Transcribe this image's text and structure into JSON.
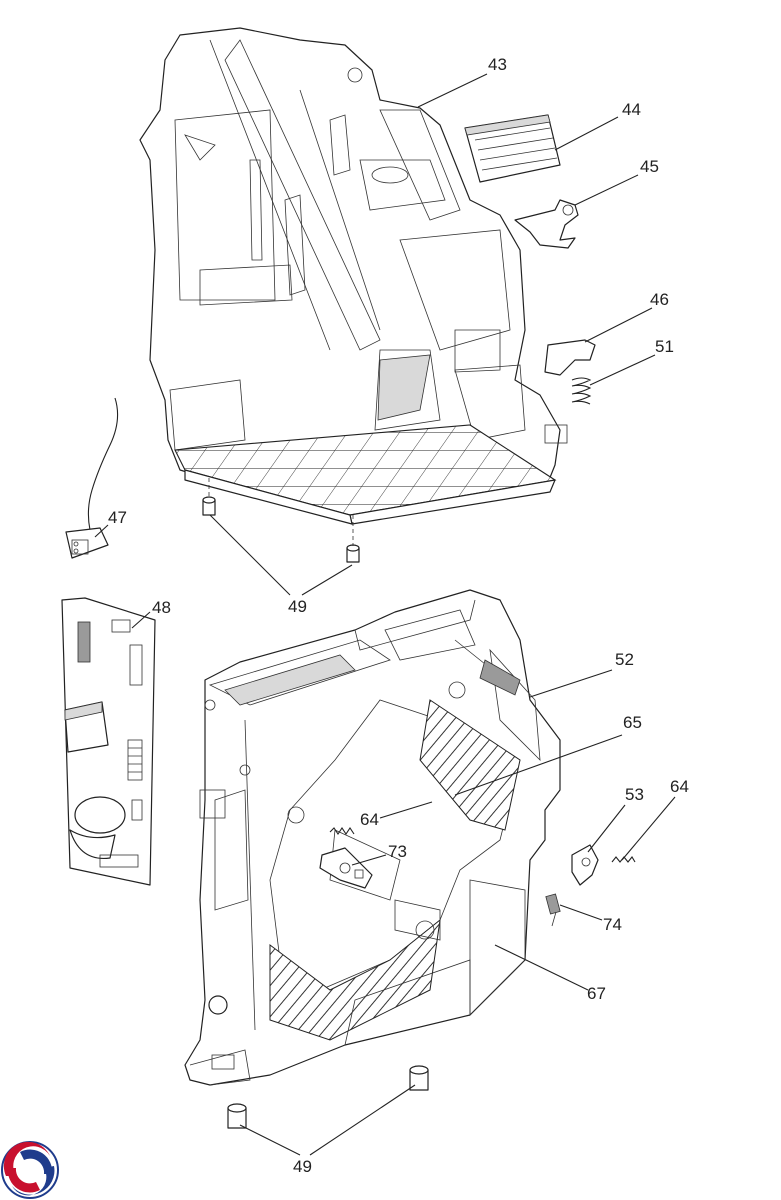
{
  "callouts": {
    "c43": "43",
    "c44": "44",
    "c45": "45",
    "c46": "46",
    "c51": "51",
    "c47": "47",
    "c49_top": "49",
    "c48": "48",
    "c52": "52",
    "c65": "65",
    "c64_left": "64",
    "c53": "53",
    "c64_right": "64",
    "c73": "73",
    "c74": "74",
    "c67": "67",
    "c49_bottom": "49"
  },
  "logo": {
    "name": "brand-swirl-logo",
    "colors": [
      "#c8102e",
      "#1f3c8c"
    ]
  }
}
